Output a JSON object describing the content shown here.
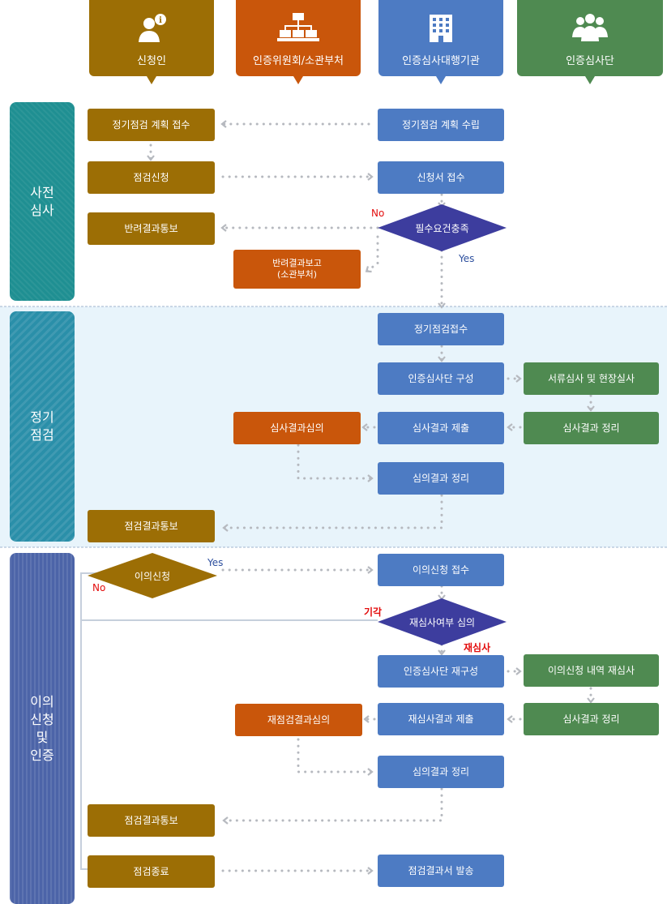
{
  "colors": {
    "applicant": "#9c6e05",
    "committee": "#c9560b",
    "agency": "#4d7bc3",
    "audit_team": "#4f8a51",
    "decision": "#3d3d9e",
    "phase1": "#1f8f92",
    "phase2": "#2a8fa9",
    "phase3": "#4c64a8",
    "band_bg": "#e8f4fb"
  },
  "lanes": [
    {
      "label": "신청인",
      "icon": "person-info-icon"
    },
    {
      "label": "인증위원회/소관부처",
      "icon": "org-chart-icon"
    },
    {
      "label": "인증심사대행기관",
      "icon": "building-icon"
    },
    {
      "label": "인증심사단",
      "icon": "group-icon"
    }
  ],
  "phases": [
    "사전\n심사",
    "정기\n점검",
    "이의\n신청\n및\n인증"
  ],
  "pre_review": {
    "plan_receive": "정기점검 계획 접수",
    "plan_establish": "정기점검 계획 수립",
    "apply": "점검신청",
    "application_receive": "신청서 접수",
    "rejection_notice": "반려결과통보",
    "requirement_check": "필수요건충족",
    "rejection_report": [
      "반려결과보고",
      "(소관부처)"
    ],
    "no_label": "No",
    "yes_label": "Yes"
  },
  "regular_inspection": {
    "inspection_receive": "정기점검접수",
    "team_formation": "인증심사단 구성",
    "document_onsite_review": "서류심사 및 현장실사",
    "result_deliberation": "심사결과심의",
    "result_submit": "심사결과 제출",
    "result_organize": "심사결과 정리",
    "deliberation_organize": "심의결과 정리",
    "result_notice": "점검결과통보"
  },
  "appeal": {
    "appeal_decision": "이의신청",
    "yes_label": "Yes",
    "no_label": "No",
    "appeal_receive": "이의신청 접수",
    "rereview_decision": "재심사여부 심의",
    "dismissed_label": "기각",
    "rereview_label": "재심사",
    "team_reformation": "인증심사단 재구성",
    "appeal_rereview": "이의신청 내역 재심사",
    "reinspection_deliberation": "재점검결과심의",
    "rereview_submit": "재심사결과 제출",
    "result_organize": "심사결과 정리",
    "deliberation_organize": "심의결과 정리",
    "result_notice": "점검결과통보",
    "inspection_end": "점검종료",
    "report_dispatch": "점검결과서 발송"
  }
}
